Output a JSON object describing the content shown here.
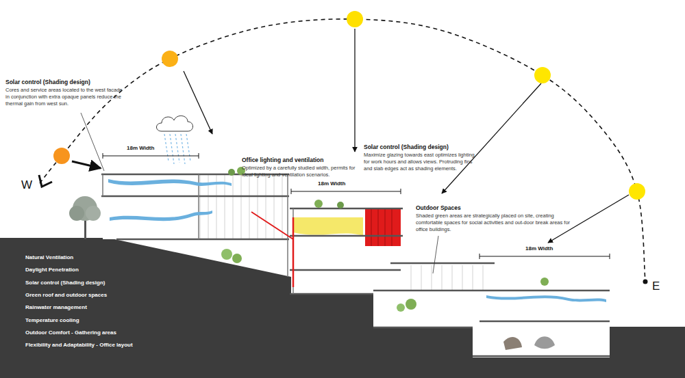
{
  "diagram": {
    "labels": [
      "Solar control (Shading design)",
      "Cores and service areas located to the west facade in conjunction with extra opaque panels reduce the thermal gain from west sun.",
      "18m Width",
      "Office lighting and ventilation",
      "Optimized by a carefully studied width, permits for ideal lighting and ventilation scenarios.",
      "18m Width",
      "Solar control (Shading design)",
      "Maximize glazing towards east optimizes lighting for work hours and allows views. Protruding fins and slab edges act as shading elements.",
      "Outdoor Spaces",
      "Shaded green areas are strategically placed on site, creating comfortable spaces for social activities and out-door break areas for office buildings.",
      "18m Width",
      "W",
      "E",
      "Natural Ventilation",
      "Daylight Penetration",
      "Solar control (Shading design)",
      "Green roof and outdoor spaces",
      "Rainwater management",
      "Temperature cooling",
      "Outdoor Comfort - Gathering areas",
      "Flexibility and Adaptability - Office layout"
    ]
  }
}
